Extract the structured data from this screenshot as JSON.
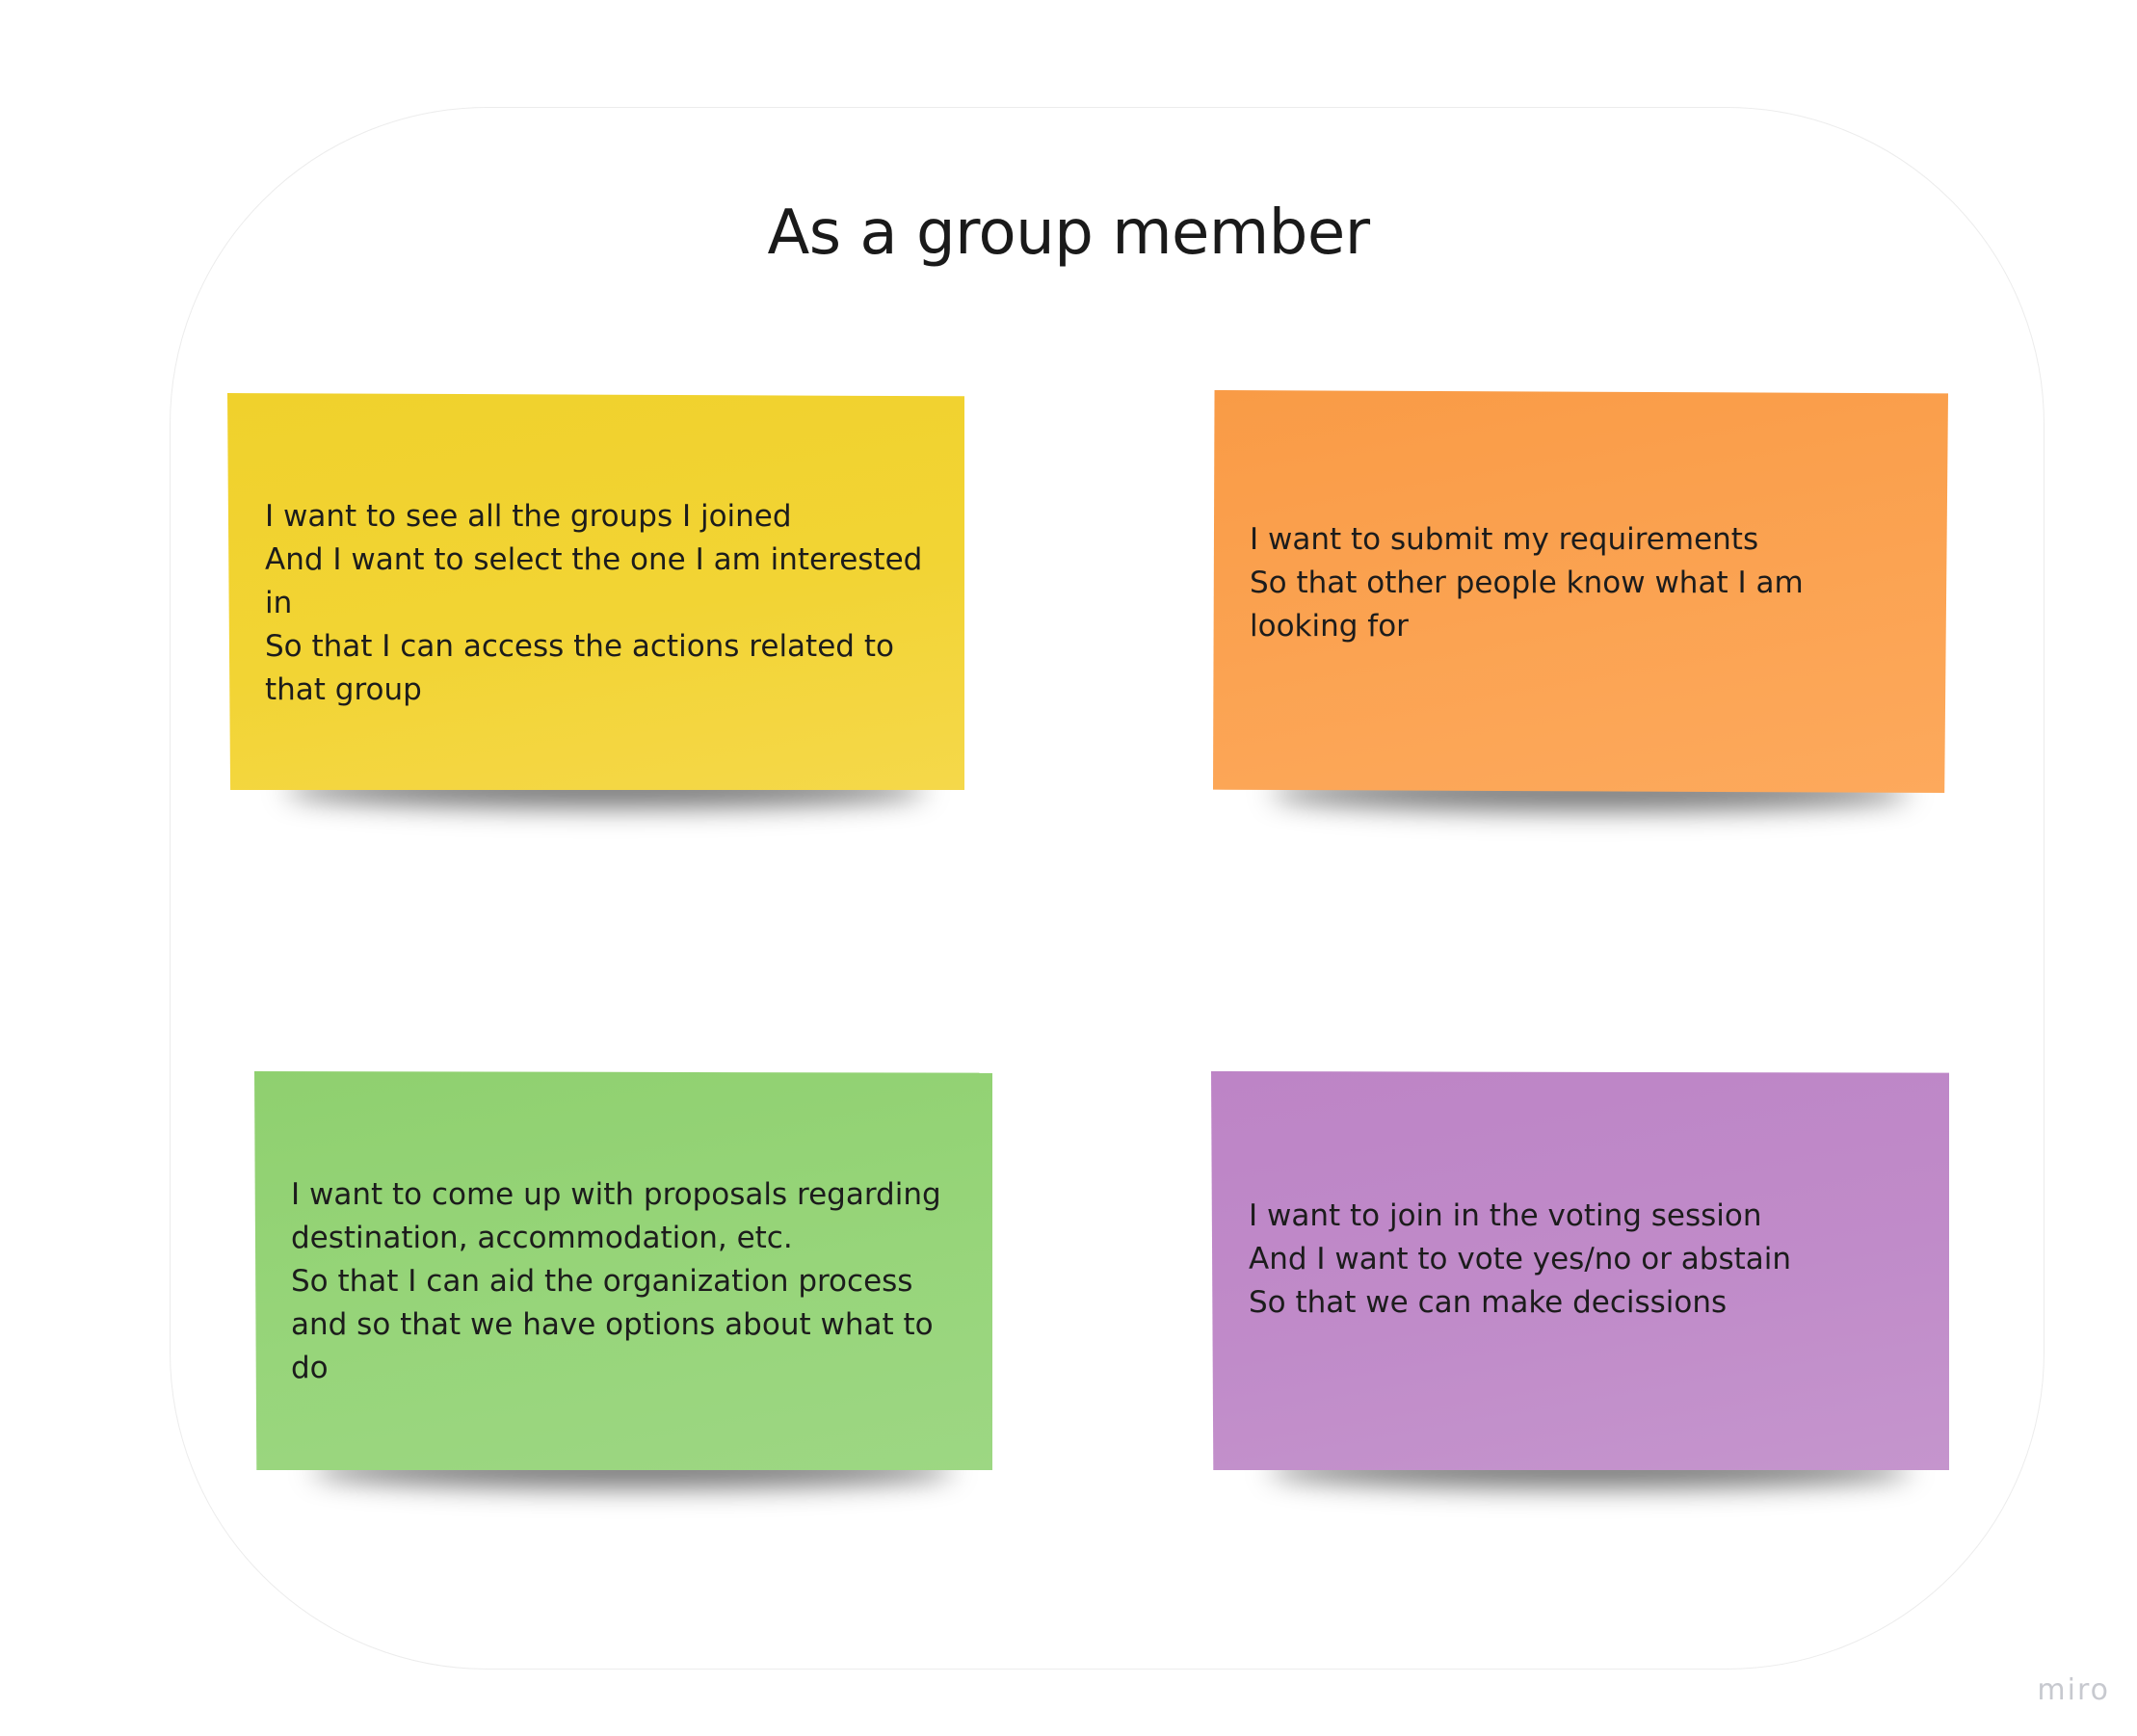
{
  "board": {
    "title": "As a group member"
  },
  "notes": [
    {
      "color": "#f2d434",
      "text": "I want to see all the groups I joined\nAnd I want to select the one I am interested in\nSo that I can access the actions related to that group"
    },
    {
      "color": "#fba352",
      "text": "I want to submit my requirements\nSo that other people know what I am looking for"
    },
    {
      "color": "#97d57a",
      "text": "I want to come up with proposals regarding destination, accommodation, etc.\nSo that I can aid the organization process and so that we have options about what to do"
    },
    {
      "color": "#c08bc9",
      "text": "I want to join in the voting session\nAnd I want to vote yes/no or abstain\nSo that we can make decissions"
    }
  ],
  "branding": {
    "logo_text": "miro"
  }
}
